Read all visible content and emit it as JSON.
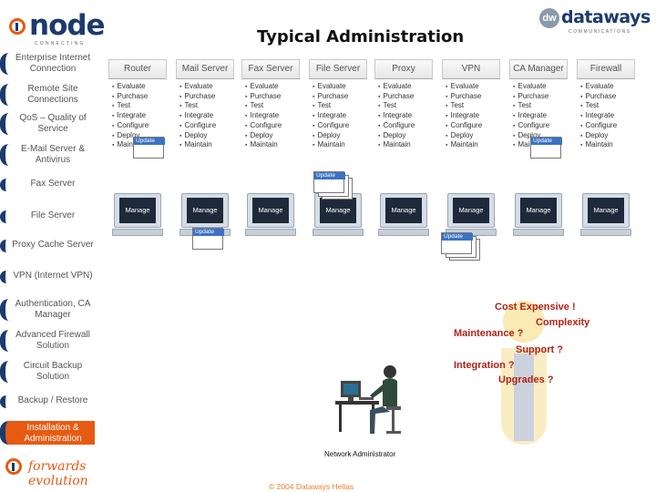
{
  "header": {
    "title": "Typical Administration",
    "logo_left": {
      "word": "node",
      "tagline": "CONNECTING"
    },
    "logo_right": {
      "mark": "dw",
      "word": "dataways",
      "tagline": "COMMUNICATIONS"
    }
  },
  "sidebar": {
    "items": [
      {
        "label": "Enterprise Internet Connection",
        "active": false
      },
      {
        "label": "Remote Site Connections",
        "active": false
      },
      {
        "label": "QoS – Quality of Service",
        "active": false
      },
      {
        "label": "E-Mail Server & Antivirus",
        "active": false
      },
      {
        "label": "Fax Server",
        "active": false
      },
      {
        "label": "File Server",
        "active": false
      },
      {
        "label": "Proxy Cache Server",
        "active": false
      },
      {
        "label": "VPN (Internet VPN)",
        "active": false
      },
      {
        "label": "Authentication, CA Manager",
        "active": false
      },
      {
        "label": "Advanced Firewall Solution",
        "active": false
      },
      {
        "label": "Circuit Backup Solution",
        "active": false
      },
      {
        "label": "Backup / Restore",
        "active": false
      },
      {
        "label": "Installation & Administration",
        "active": true
      }
    ]
  },
  "columns": [
    {
      "name": "Router"
    },
    {
      "name": "Mail Server"
    },
    {
      "name": "Fax Server"
    },
    {
      "name": "File Server"
    },
    {
      "name": "Proxy"
    },
    {
      "name": "VPN"
    },
    {
      "name": "CA Manager"
    },
    {
      "name": "Firewall"
    }
  ],
  "steps": [
    "Evaluate",
    "Purchase",
    "Test",
    "Integrate",
    "Configure",
    "Deploy",
    "Maintain"
  ],
  "manage_label": "Manage",
  "update_label": "Update",
  "concerns": {
    "line1": "Cost Expensive !",
    "line2": "Complexity",
    "line3": "Maintenance ?",
    "line4": "Support ?",
    "line5": "Integration ?",
    "line6": "Upgrades ?"
  },
  "person_caption": "Network Administrator",
  "footer": {
    "slogan": "forwards evolution",
    "copyright": "© 2004 Dataways Hellas"
  },
  "colors": {
    "brand_orange": "#e85a12",
    "brand_navy": "#1c3a6e",
    "concern_red": "#b22218",
    "update_blue": "#3b72c4"
  }
}
